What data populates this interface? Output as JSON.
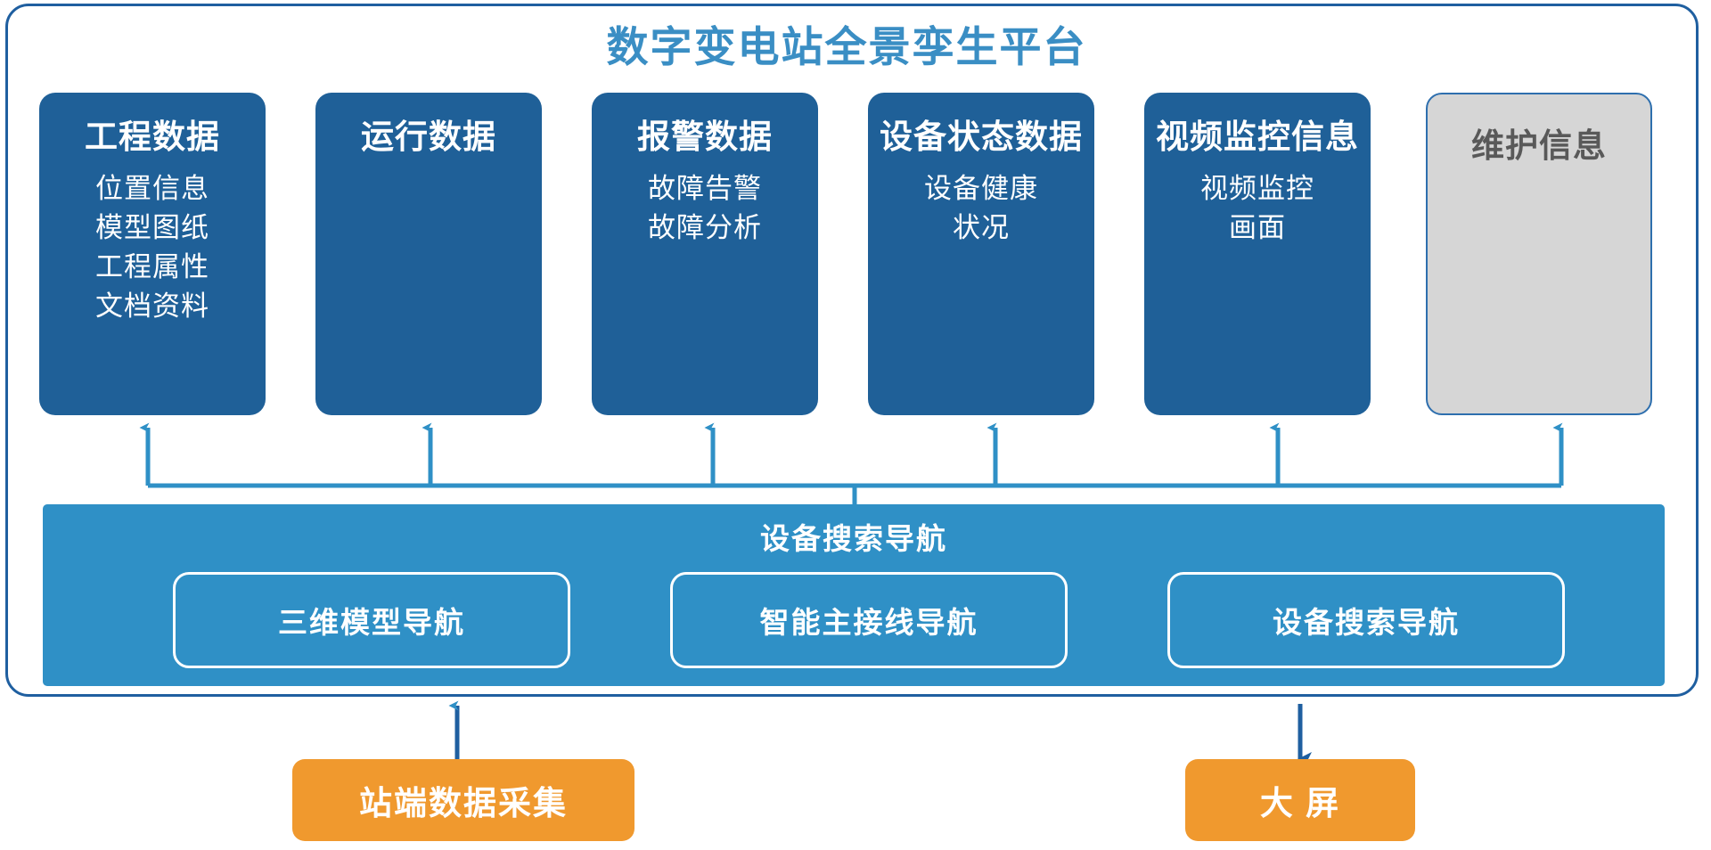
{
  "platform": {
    "title": "数字变电站全景孪生平台",
    "frame_border_color": "#1f5fa0",
    "title_color": "#3a8ec4"
  },
  "cards": [
    {
      "id": "engineering-data",
      "title": "工程数据",
      "items": [
        "位置信息",
        "模型图纸",
        "工程属性",
        "文档资料"
      ],
      "fill": "#1f6098",
      "state": "active"
    },
    {
      "id": "operation-data",
      "title": "运行数据",
      "items": [],
      "fill": "#1f6098",
      "state": "active"
    },
    {
      "id": "alarm-data",
      "title": "报警数据",
      "items": [
        "故障告警",
        "故障分析"
      ],
      "fill": "#1f6098",
      "state": "active"
    },
    {
      "id": "device-status-data",
      "title": "设备状态数据",
      "items": [
        "设备健康",
        "状况"
      ],
      "fill": "#1f6098",
      "state": "active"
    },
    {
      "id": "video-surveillance-info",
      "title": "视频监控信息",
      "items": [
        "视频监控",
        "画面"
      ],
      "fill": "#1f6098",
      "state": "active"
    },
    {
      "id": "maintenance-info",
      "title": "维护信息",
      "items": [],
      "fill": "#d6d6d6",
      "state": "muted"
    }
  ],
  "nav_bar": {
    "title": "设备搜索导航",
    "fill": "#2f90c6",
    "pills": [
      {
        "label": "三维模型导航"
      },
      {
        "label": "智能主接线导航"
      },
      {
        "label": "设备搜索导航"
      }
    ]
  },
  "sources": {
    "collect": {
      "label": "站端数据采集",
      "fill": "#f0992e"
    },
    "display": {
      "label": "大  屏",
      "fill": "#f0992e"
    }
  },
  "connectors": {
    "bus_color": "#2f90c6",
    "arrow_color": "#2f90c6",
    "orange_link_color": "#1f5fa0"
  }
}
